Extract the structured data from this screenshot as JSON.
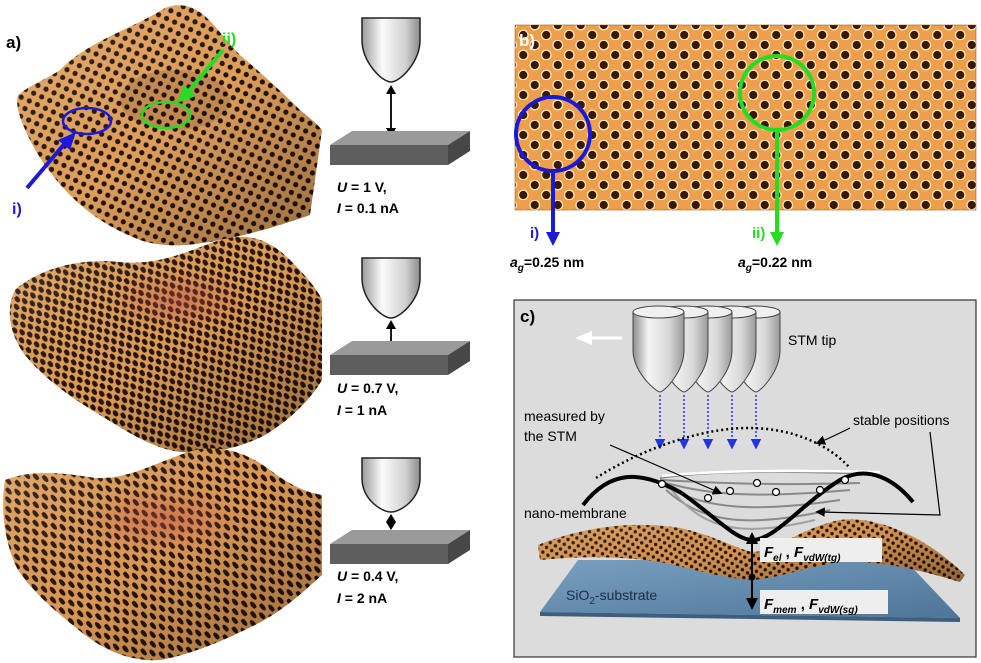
{
  "panel_a": {
    "label": "a)",
    "marker_i": "i)",
    "marker_ii": "ii)",
    "conditions": [
      {
        "u_symbol": "U",
        "u_value": " = 1 V,",
        "i_symbol": "I",
        "i_value": " = 0.1 nA"
      },
      {
        "u_symbol": "U",
        "u_value": " = 0.7 V,",
        "i_symbol": "I",
        "i_value": " = 1 nA"
      },
      {
        "u_symbol": "U",
        "u_value": " = 0.4 V,",
        "i_symbol": "I",
        "i_value": " = 2 nA"
      }
    ]
  },
  "panel_b": {
    "label": "b)",
    "marker_i": "i)",
    "marker_ii": "ii)",
    "ag_i": {
      "symbol": "a",
      "sub": "g",
      "value": "=0.25 nm"
    },
    "ag_ii": {
      "symbol": "a",
      "sub": "g",
      "value": "=0.22 nm"
    }
  },
  "panel_c": {
    "label": "c)",
    "stm_tip": "STM tip",
    "measured_line1": "measured by",
    "measured_line2": "the STM",
    "stable_positions": "stable positions",
    "nano_membrane": "nano-membrane",
    "substrate_pre": "SiO",
    "substrate_sub": "2",
    "substrate_post": "-substrate",
    "force_top": {
      "f1": "F",
      "f1_sub": "el",
      "sep": " , ",
      "f2": "F",
      "f2_sub": "vdW(tg)"
    },
    "force_bottom": {
      "f1": "F",
      "f1_sub": "mem",
      "sep": " , ",
      "f2": "F",
      "f2_sub": "vdW(sg)"
    }
  },
  "colors": {
    "blue": "#1a1ad6",
    "green": "#22dd22",
    "stm_orange": "#e8a050",
    "stm_dark": "#7a3a10",
    "substrate": "#5d86a8",
    "panel_c_bg": "#dcdcdc"
  }
}
